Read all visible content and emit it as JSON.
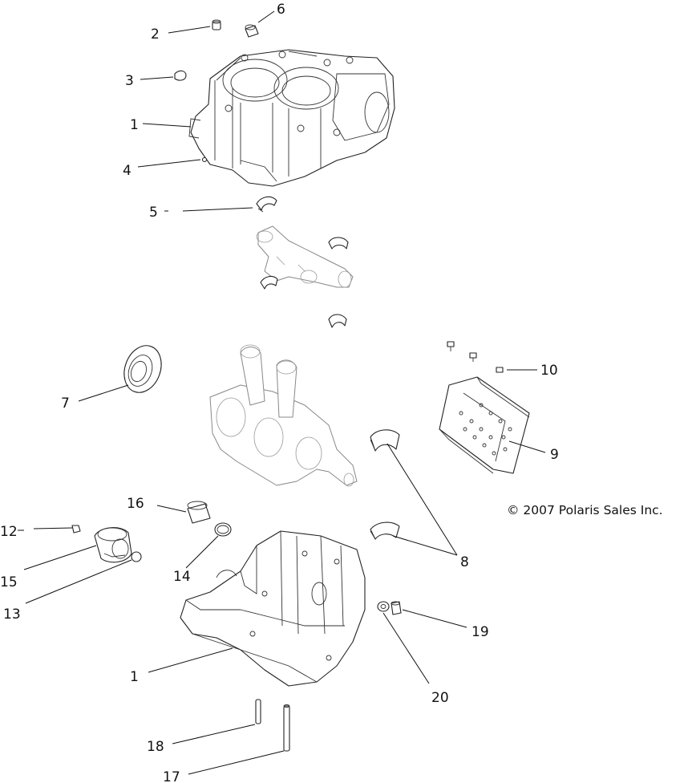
{
  "copyright": "© 2007 Polaris Sales Inc.",
  "callouts": {
    "c1_upper": "1",
    "c2": "2",
    "c3": "3",
    "c4": "4",
    "c5": "5",
    "c6": "6",
    "c7": "7",
    "c8": "8",
    "c9": "9",
    "c10": "10",
    "c12": "12",
    "c13": "13",
    "c14": "14",
    "c15": "15",
    "c16": "16",
    "c17": "17",
    "c18": "18",
    "c19": "19",
    "c20": "20",
    "c1_lower": "1"
  }
}
